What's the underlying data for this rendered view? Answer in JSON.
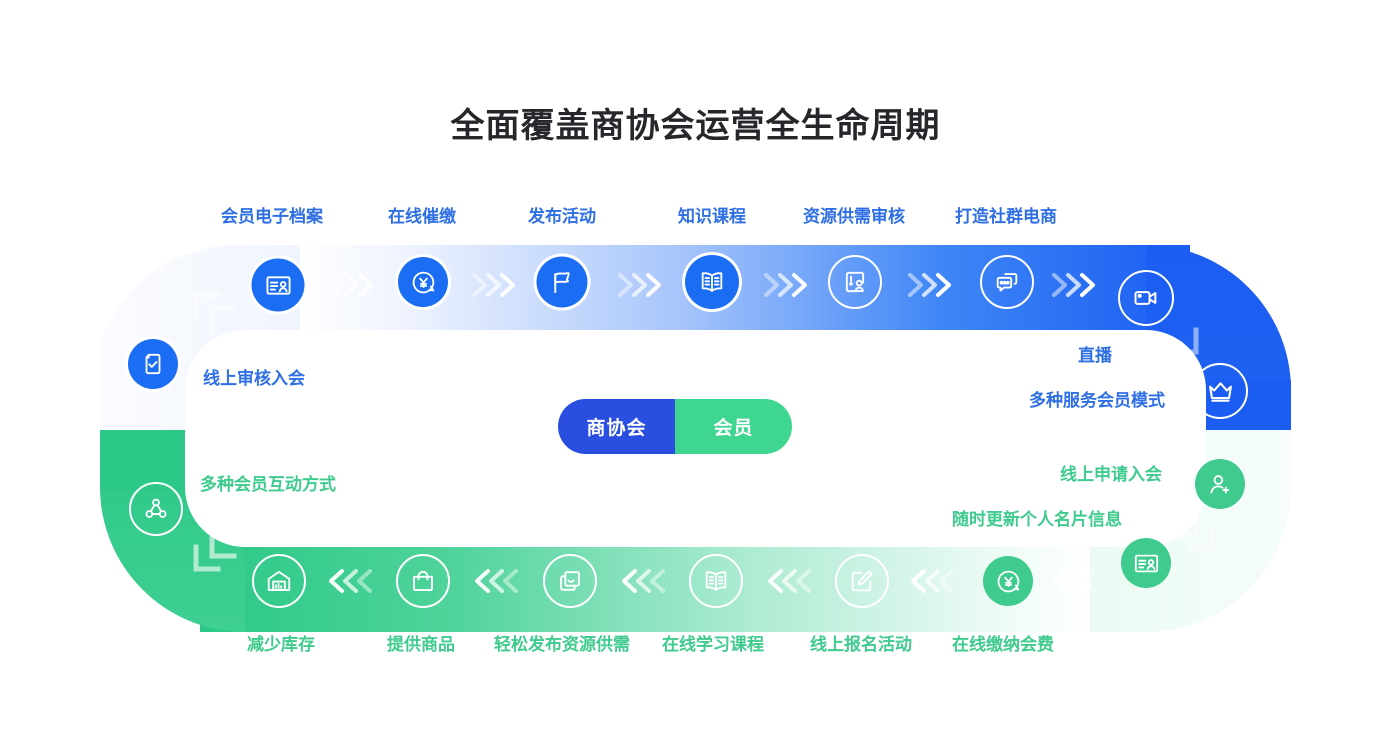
{
  "title": "全面覆盖商协会运营全生命周期",
  "colors": {
    "blue": "#1b6ef3",
    "blue_label": "#2f6fe4",
    "blue_pill": "#2a4fe0",
    "green": "#3fcb8e",
    "green_pill": "#3fd691",
    "title": "#26272b",
    "background": "#ffffff"
  },
  "center": {
    "left_label": "商协会",
    "right_label": "会员"
  },
  "top_track": {
    "direction": "left-to-right",
    "color": "#1b6ef3",
    "steps": [
      {
        "label": "会员电子档案",
        "icon": "id-card-icon"
      },
      {
        "label": "在线催缴",
        "icon": "yuan-payment-icon"
      },
      {
        "label": "发布活动",
        "icon": "flag-icon"
      },
      {
        "label": "知识课程",
        "icon": "open-book-icon"
      },
      {
        "label": "资源供需审核",
        "icon": "audit-review-icon"
      },
      {
        "label": "打造社群电商",
        "icon": "chat-bubbles-icon"
      }
    ]
  },
  "bottom_track": {
    "direction": "right-to-left",
    "color": "#3fcb8e",
    "steps": [
      {
        "label": "减少库存",
        "icon": "warehouse-icon"
      },
      {
        "label": "提供商品",
        "icon": "shopping-bag-icon"
      },
      {
        "label": "轻松发布资源供需",
        "icon": "stacked-cards-icon"
      },
      {
        "label": "在线学习课程",
        "icon": "open-book-icon"
      },
      {
        "label": "线上报名活动",
        "icon": "pencil-edit-icon"
      },
      {
        "label": "在线缴纳会费",
        "icon": "yuan-payment-icon"
      }
    ]
  },
  "side_items": {
    "left_blue": {
      "label": "线上审核入会",
      "icon": "document-check-icon"
    },
    "left_green": {
      "label": "多种会员互动方式",
      "icon": "interaction-network-icon"
    },
    "right_blue_top": {
      "label": "直播",
      "icon": "video-camera-icon"
    },
    "right_blue_bottom": {
      "label": "多种服务会员模式",
      "icon": "crown-icon"
    },
    "right_green_top": {
      "label": "线上申请入会",
      "icon": "user-add-icon"
    },
    "right_green_bottom": {
      "label": "随时更新个人名片信息",
      "icon": "id-card-icon"
    }
  }
}
